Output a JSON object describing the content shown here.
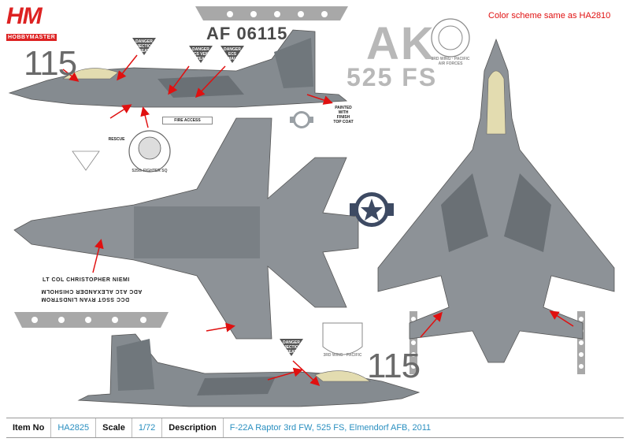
{
  "logo": {
    "main": "HM",
    "sub": "HOBBYMASTER"
  },
  "scheme_note": "Color scheme same as HA2810",
  "serial": "AF 06115",
  "tail_code": "AK",
  "tail_squadron": "525 FS",
  "modex": "115",
  "stencils": {
    "danger_ejection": "DANGER\nEJECTION\nSEAT",
    "danger_ecs_vent": "DANGER\nECS VENT\nSTEAM",
    "danger_ecs_exhaust": "DANGER\nECS\nEXHAUST",
    "fire_access": "FIRE ACCESS",
    "rescue": "RESCUE",
    "painted_note": "PAINTED\nWITH\nFINISH\nTOP COAT"
  },
  "pilot_names": {
    "line1": "LT COL CHRISTOPHER NIEMI",
    "line2": "ADC A1C ALEXANDER CHISHOLM",
    "line3": "DCC SSGT RYAN LINDSTROM"
  },
  "badges": {
    "fighter_sqn": "525th FIGHTER SQ",
    "wing_ring": "3RD WING · PACIFIC AIR FORCES",
    "wing_bottom": "3RD WING · PACIFIC"
  },
  "info": {
    "item_no_label": "Item No",
    "item_no": "HA2825",
    "scale_label": "Scale",
    "scale": "1/72",
    "description_label": "Description",
    "description": "F-22A Raptor 3rd FW, 525 FS, Elmendorf AFB, 2011"
  },
  "colors": {
    "brand_red": "#dd2222",
    "camo_light": "#8a8f95",
    "camo_dark": "#5f666c",
    "accent_blue": "#2a8fc0",
    "arrow_red": "#e01010"
  }
}
